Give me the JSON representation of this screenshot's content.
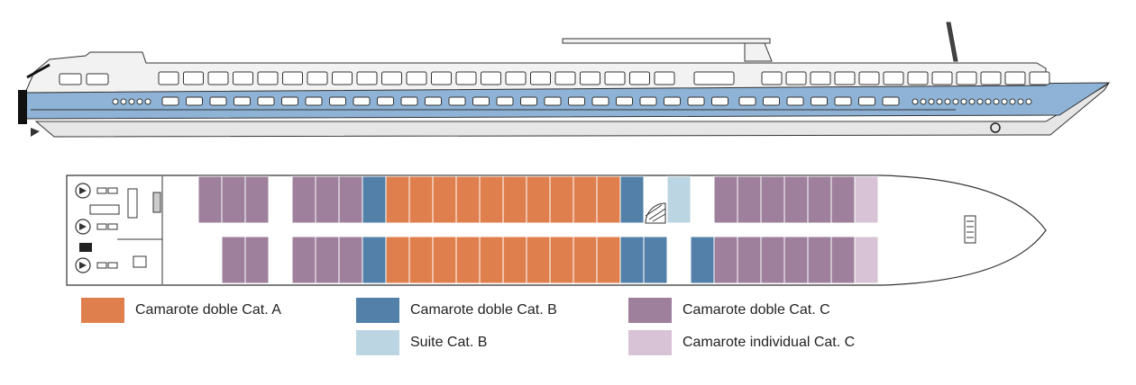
{
  "colors": {
    "cat_a": "#E07F4E",
    "cat_b": "#5280A8",
    "cat_c": "#9E7F9C",
    "suite_b": "#BCD5E2",
    "single_c": "#D7C3D5",
    "hull_blue": "#8EB3D6",
    "outline": "#333333"
  },
  "deck": {
    "top_row": [
      "cat_c",
      "cat_c",
      "cat_c",
      "corridor",
      "cat_c",
      "cat_c",
      "cat_c",
      "cat_b",
      "cat_a",
      "cat_a",
      "cat_a",
      "cat_a",
      "cat_a",
      "cat_a",
      "cat_a",
      "cat_a",
      "cat_a",
      "cat_a",
      "cat_b",
      "stairs",
      "suite_b",
      "corridor",
      "cat_c",
      "cat_c",
      "cat_c",
      "cat_c",
      "cat_c",
      "cat_c",
      "single_c"
    ],
    "bottom_row": [
      "empty",
      "cat_c",
      "cat_c",
      "corridor",
      "cat_c",
      "cat_c",
      "cat_c",
      "cat_b",
      "cat_a",
      "cat_a",
      "cat_a",
      "cat_a",
      "cat_a",
      "cat_a",
      "cat_a",
      "cat_a",
      "cat_a",
      "cat_a",
      "cat_b",
      "cat_b",
      "corridor",
      "cat_b",
      "cat_c",
      "cat_c",
      "cat_c",
      "cat_c",
      "cat_c",
      "cat_c",
      "single_c"
    ]
  },
  "legend": [
    {
      "label": "Camarote doble Cat. A",
      "color": "#E07F4E"
    },
    {
      "label": "Camarote doble Cat. B",
      "color": "#5280A8"
    },
    {
      "label": "Camarote doble Cat. C",
      "color": "#9E7F9C"
    },
    {
      "label": "Suite Cat. B",
      "color": "#BCD5E2"
    },
    {
      "label": "Camarote individual Cat. C",
      "color": "#D7C3D5"
    }
  ]
}
